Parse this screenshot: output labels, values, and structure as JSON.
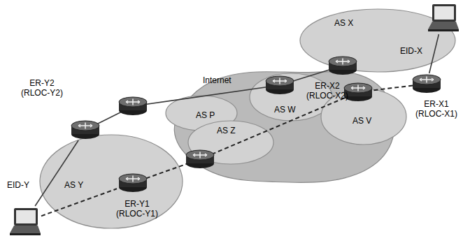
{
  "diagram": {
    "nodes": [
      {
        "text": [
          "AS X"
        ]
      },
      {
        "text": [
          "ER-X2 (RLOC-X2)"
        ],
        "in": 0
      },
      {
        "text": [
          "EID-X"
        ]
      },
      {
        "text": [
          "ER-X1 (RLOC-X1)"
        ]
      },
      {
        "text": [
          "Internet"
        ]
      },
      {
        "text": [
          "AS W"
        ],
        "in": 4
      },
      {
        "text": [
          "AS V"
        ],
        "in": 4
      },
      {
        "text": [
          "AS P"
        ],
        "in": 4
      },
      {
        "text": [
          "AS Z"
        ],
        "in": 4
      },
      {
        "text": [
          "AS Y"
        ]
      },
      {
        "text": [
          "ER-Y2 (RLOC-Y2)"
        ],
        "in": 9
      },
      {
        "text": [
          "ER-Y1 (RLOC-Y1)"
        ],
        "in": 9
      },
      {
        "text": [
          "EID-Y"
        ]
      }
    ],
    "edges": [
      {
        "from": 12,
        "to": 10,
        "arrow": "none"
      },
      {
        "from": 12,
        "to": 11,
        "arrow": "none"
      },
      {
        "from": 3,
        "to": 2,
        "arrow": "none"
      }
    ]
  }
}
